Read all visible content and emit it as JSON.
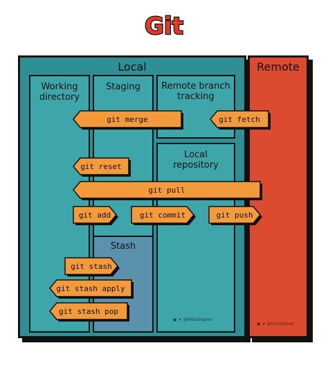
{
  "title": "Git",
  "local": {
    "title": "Local",
    "columns": {
      "working": "Working\ndirectory",
      "staging": "Staging",
      "remote_tracking": "Remote branch\ntracking",
      "local_repo": "Local\nrepository",
      "stash": "Stash"
    },
    "credit": "@NikkiSiapno"
  },
  "remote": {
    "title": "Remote",
    "credit": "@ChrisStaud"
  },
  "commands": {
    "merge": "git merge",
    "fetch": "git fetch",
    "reset": "git reset",
    "pull": "git pull",
    "add": "git add",
    "commit": "git commit",
    "push": "git push",
    "stash": "git stash",
    "stash_apply": "git stash apply",
    "stash_pop": "git stash pop"
  },
  "colors": {
    "title_red": "#e33a2a",
    "local_teal": "#2f8f94",
    "column_teal": "#3ea6aa",
    "stash_blue": "#5b91ad",
    "remote_red": "#dc4b2f",
    "arrow_orange": "#f39a3c"
  }
}
